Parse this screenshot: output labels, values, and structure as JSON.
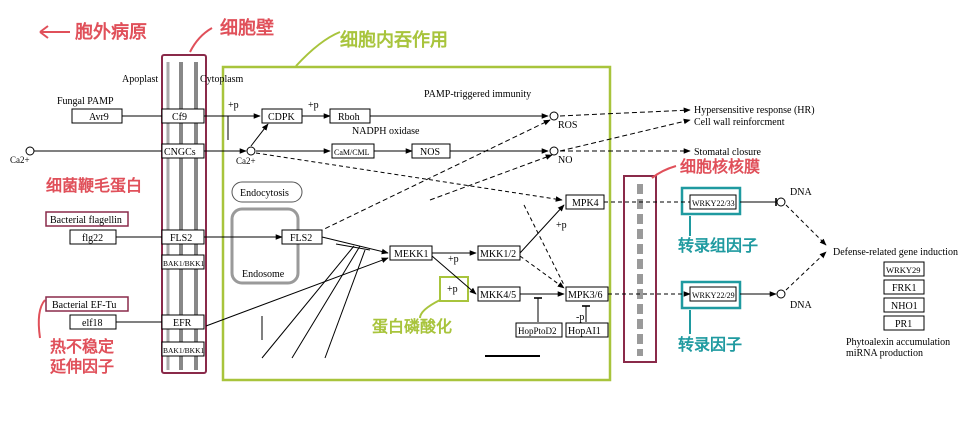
{
  "annotations": {
    "pathogen": "胞外病原",
    "cell_wall": "细胞壁",
    "endocytosis": "细胞内吞作用",
    "flagellin": "细菌鞭毛蛋白",
    "nuclear_membrane": "细胞核核膜",
    "tf_group": "转录组因子",
    "phosphorylation": "蛋白磷酸化",
    "heat_elongation": "热不稳定\n延伸因子",
    "tf": "转录因子"
  },
  "labels": {
    "apoplast": "Apoplast",
    "cytoplasm": "Cytoplasm",
    "fungal_pamp": "Fungal PAMP",
    "ca_outside": "Ca2+",
    "ca_inside": "Ca2+",
    "pamp_immunity": "PAMP-triggered immunity",
    "nadph_oxidase": "NADPH oxidase",
    "ros": "ROS",
    "no": "NO",
    "hr": "Hypersensitive response (HR)",
    "cell_wall_reinf": "Cell wall reinforcment",
    "stomatal": "Stomatal closure",
    "endocytosis": "Endocytosis",
    "endosome": "Endosome",
    "dna1": "DNA",
    "dna2": "DNA",
    "defense": "Defense-related gene induction",
    "phytoalexin": "Phytoalexin accumulation",
    "mirna": "miRNA production",
    "p1": "+p",
    "p2": "+p",
    "p3": "+p",
    "p4": "+p",
    "p5": "+p",
    "p6": "-p"
  },
  "boxes": {
    "avr9": "Avr9",
    "cf9": "Cf9",
    "cdpk": "CDPK",
    "rboh": "Rboh",
    "cngcs": "CNGCs",
    "camcml": "CaM/CML",
    "nos": "NOS",
    "bacterial_flagellin": "Bacterial flagellin",
    "flg22": "flg22",
    "fls2_a": "FLS2",
    "fls2_b": "FLS2",
    "bak1_a": "BAK1/BKK1",
    "mekk1": "MEKK1",
    "mkk12": "MKK1/2",
    "mpk4": "MPK4",
    "mkk45": "MKK4/5",
    "mpk36": "MPK3/6",
    "hoppto": "HopPtoD2",
    "hopai1": "HopAI1",
    "wrky2233": "WRKY22/33",
    "wrky2229": "WRKY22/29",
    "bacterial_eftu": "Bacterial EF-Tu",
    "elf18": "elf18",
    "efr": "EFR",
    "bak1_b": "BAK1/BKK1",
    "wrky29": "WRKY29",
    "frk1": "FRK1",
    "nho1": "NHO1",
    "pr1": "PR1"
  },
  "colors": {
    "annotation_red": "#e0505a",
    "annotation_green": "#a8c43c",
    "annotation_teal": "#1f9aa0",
    "box_maroon": "#8a2a4a",
    "line": "#000000"
  }
}
